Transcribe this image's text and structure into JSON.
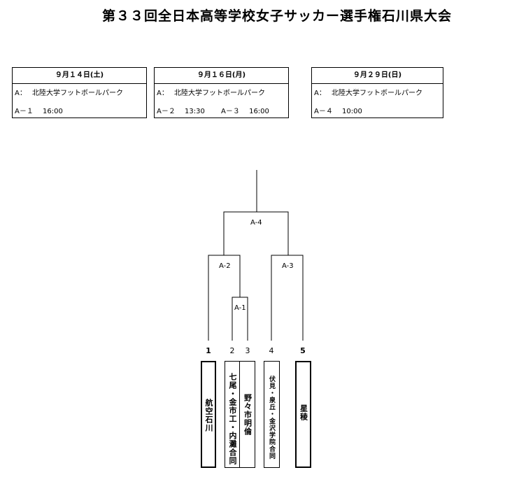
{
  "title": "第３３回全日本高等学校女子サッカー選手権石川県大会",
  "schedules": [
    {
      "date": "９月１４日(土)",
      "venue_label": "A：",
      "venue": "北陸大学フットボールパーク",
      "matches": [
        {
          "id": "A－１",
          "time": "16:00"
        }
      ]
    },
    {
      "date": "９月１６日(月)",
      "venue_label": "A：",
      "venue": "北陸大学フットボールパーク",
      "matches": [
        {
          "id": "A－２",
          "time": "13:30"
        },
        {
          "id": "A－３",
          "time": "16:00"
        }
      ]
    },
    {
      "date": "９月２９日(日)",
      "venue_label": "A：",
      "venue": "北陸大学フットボールパーク",
      "matches": [
        {
          "id": "A－４",
          "time": "10:00"
        }
      ]
    }
  ],
  "bracket": {
    "matches": {
      "a1": "A-1",
      "a2": "A-2",
      "a3": "A-3",
      "a4": "A-4"
    },
    "seeds": [
      "1",
      "2",
      "3",
      "4",
      "5"
    ],
    "teams": [
      "航空石川",
      "七尾・金市工・内灘合同",
      "野々市明倫",
      "伏見・泉丘・金沢学院合同",
      "星稜"
    ]
  }
}
